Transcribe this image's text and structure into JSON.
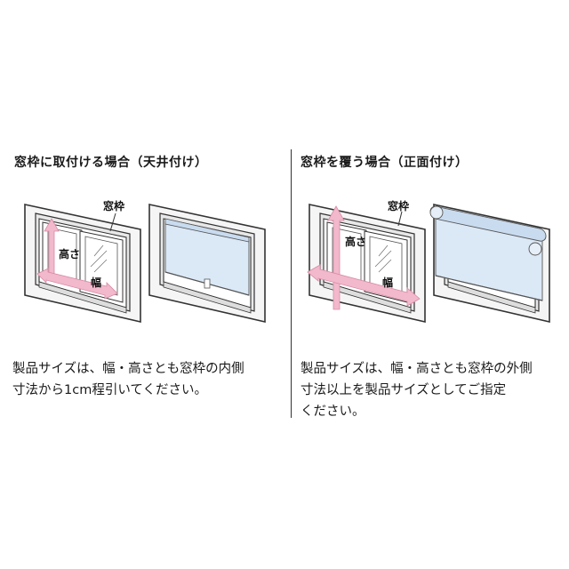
{
  "left_panel": {
    "heading": "窓枠に取付ける場合（天井付け）",
    "frame_label": "窓枠",
    "height_label": "高さ",
    "width_label": "幅",
    "description": "製品サイズは、幅・高さとも窓枠の内側\n寸法から1cm程引いてください。"
  },
  "right_panel": {
    "heading": "窓枠を覆う場合（正面付け）",
    "frame_label": "窓枠",
    "height_label": "高さ",
    "width_label": "幅",
    "description": "製品サイズは、幅・高さとも窓枠の外側\n寸法以上を製品サイズとしてご指定\nください。"
  },
  "colors": {
    "arrow": "#f2b8cc",
    "arrow_stroke": "#d88aa6",
    "blind": "#dbe8f6",
    "frame": "#f4f4f4",
    "line": "#333333"
  }
}
